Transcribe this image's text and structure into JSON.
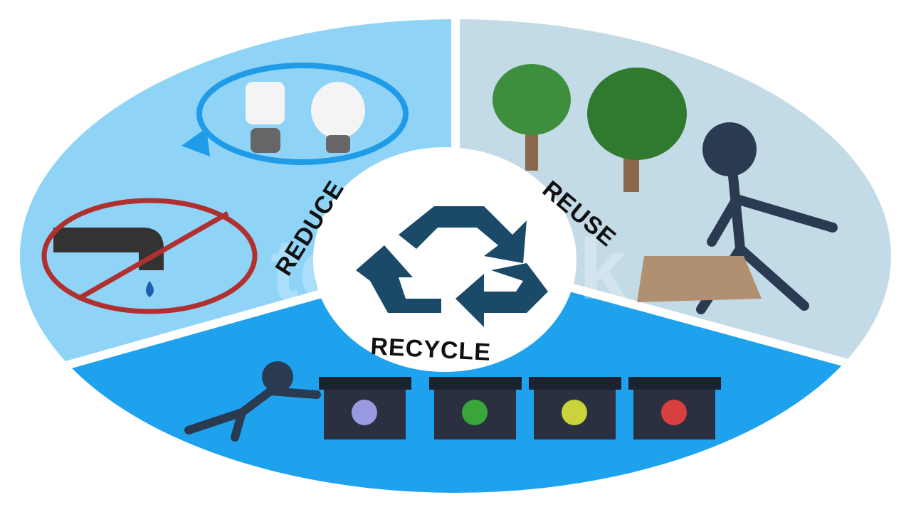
{
  "diagram": {
    "sections": [
      {
        "label": "REDUCE",
        "color": "#8fd4f6"
      },
      {
        "label": "REUSE",
        "color": "#c3dbe7"
      },
      {
        "label": "RECYCLE",
        "color": "#1fa2ee"
      }
    ],
    "center_icon": "recycle-arrows-icon",
    "watermark": "testbook",
    "bin_colors": [
      "#9a9ae0",
      "#3aa53a",
      "#c8d43a",
      "#d84040"
    ]
  }
}
